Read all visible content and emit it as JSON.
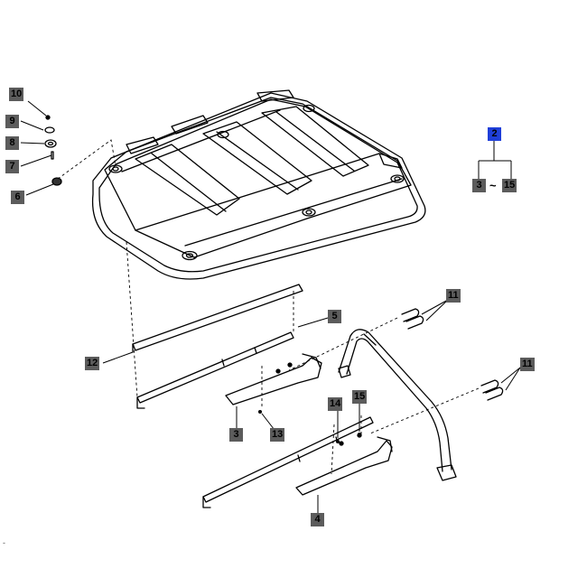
{
  "diagram": {
    "callouts": {
      "c10": "10",
      "c9": "9",
      "c8": "8",
      "c7": "7",
      "c6": "6",
      "c2": "2",
      "c3r": "3",
      "c15r": "15",
      "c11a": "11",
      "c11b": "11",
      "c5": "5",
      "c12": "12",
      "c3": "3",
      "c13": "13",
      "c14": "14",
      "c15": "15",
      "c4": "4"
    },
    "range_separator": "~",
    "stray_mark": "-",
    "colors": {
      "callout_bg": "#5c5c5c",
      "selected_bg": "#1f3fd9",
      "line": "#000000"
    }
  }
}
